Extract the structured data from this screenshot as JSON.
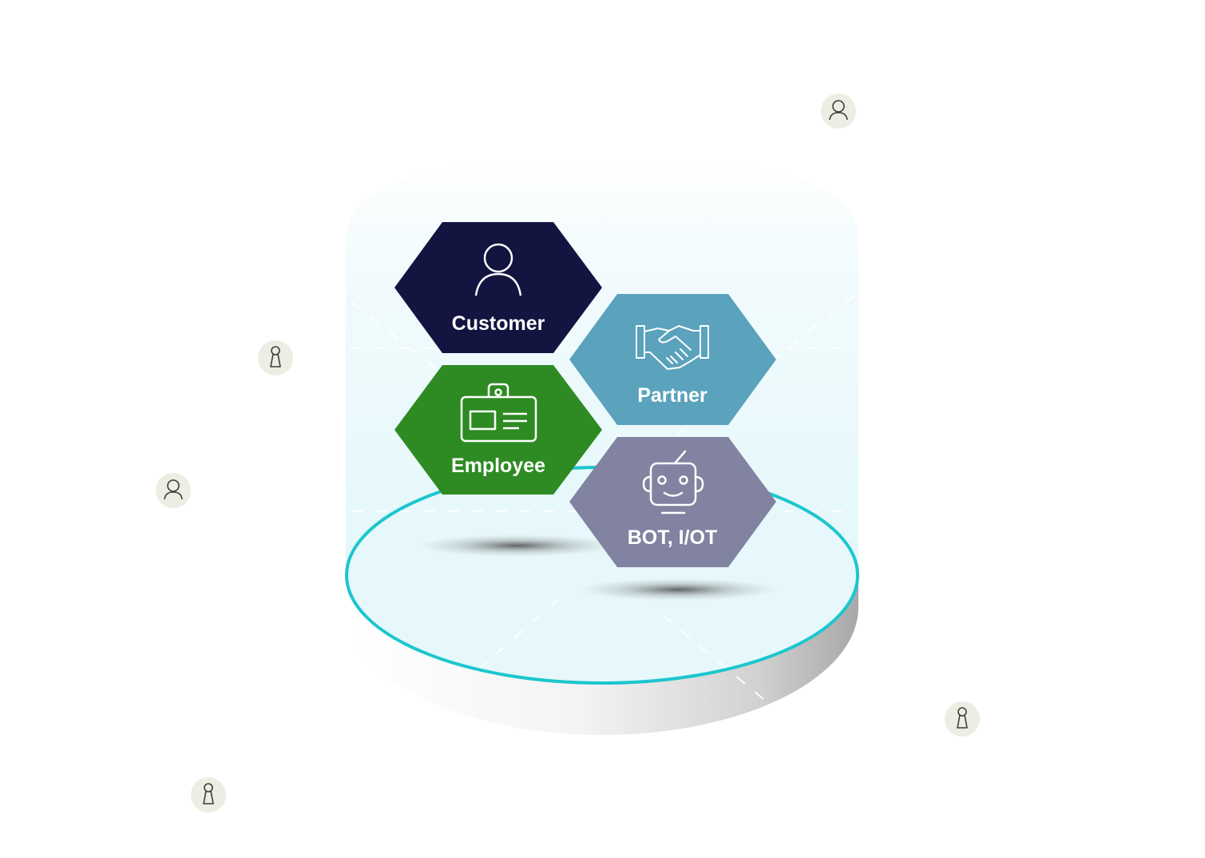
{
  "colors": {
    "customer": "#131440",
    "partner": "#5BA2BC",
    "employee": "#2E8B23",
    "bot": "#8283A0",
    "ring": "#1CC6CE",
    "platform_fill": "#E6F8FB",
    "badge_bg": "#ECEDE3",
    "badge_icon": "#3C3C3C"
  },
  "hexes": [
    {
      "id": "customer",
      "label": "Customer",
      "icon": "person-icon"
    },
    {
      "id": "partner",
      "label": "Partner",
      "icon": "handshake-icon"
    },
    {
      "id": "employee",
      "label": "Employee",
      "icon": "id-badge-icon"
    },
    {
      "id": "bot",
      "label": "BOT, I/OT",
      "icon": "robot-icon"
    }
  ],
  "badges": [
    {
      "icon": "person-icon"
    },
    {
      "icon": "keyhole-icon"
    },
    {
      "icon": "person-icon"
    },
    {
      "icon": "keyhole-icon"
    },
    {
      "icon": "keyhole-icon"
    }
  ]
}
